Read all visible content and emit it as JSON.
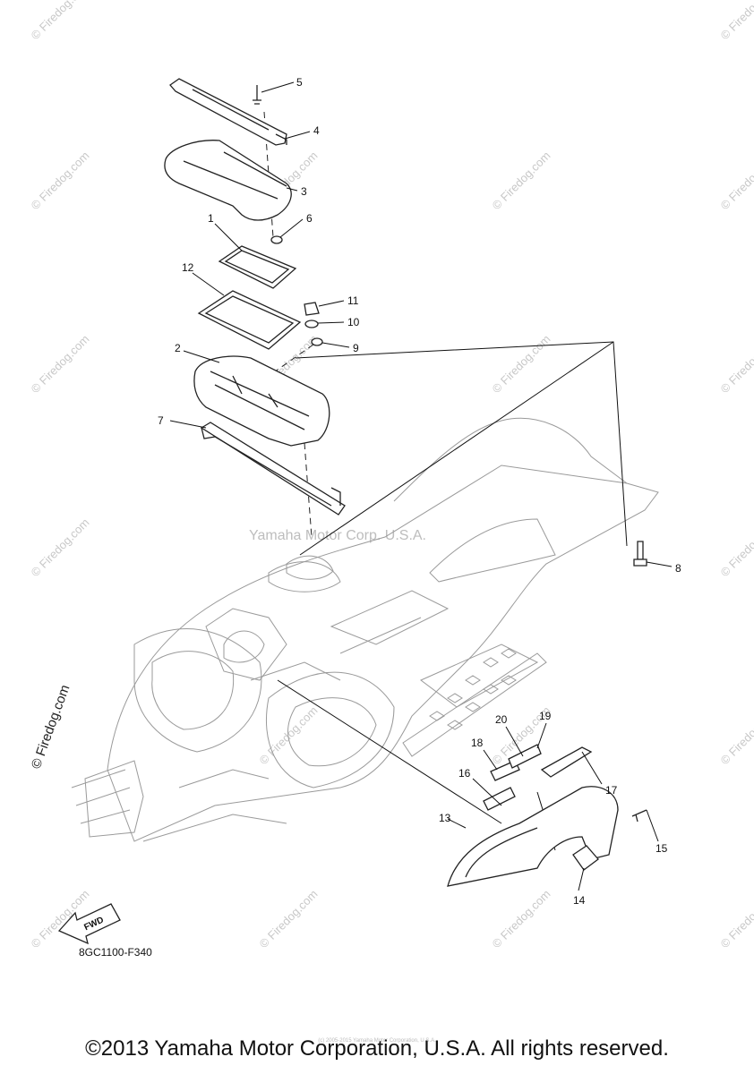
{
  "watermarks": {
    "site_label": "© Firedog.com",
    "center_text": "Yamaha Motor Corp. U.S.A."
  },
  "parts": [
    {
      "num": "1"
    },
    {
      "num": "2"
    },
    {
      "num": "3"
    },
    {
      "num": "4"
    },
    {
      "num": "5"
    },
    {
      "num": "6"
    },
    {
      "num": "7"
    },
    {
      "num": "8"
    },
    {
      "num": "9"
    },
    {
      "num": "10"
    },
    {
      "num": "11"
    },
    {
      "num": "12"
    },
    {
      "num": "13"
    },
    {
      "num": "14"
    },
    {
      "num": "15"
    },
    {
      "num": "16"
    },
    {
      "num": "17"
    },
    {
      "num": "18"
    },
    {
      "num": "19"
    },
    {
      "num": "20"
    }
  ],
  "fwd_label": "FWD",
  "diagram_code": "8GC1100-F340",
  "fine_print": "(c) 2005-2015 Yamaha Motor Corporation, U.S.A.",
  "copyright": "©2013 Yamaha Motor Corporation, U.S.A. All rights reserved."
}
